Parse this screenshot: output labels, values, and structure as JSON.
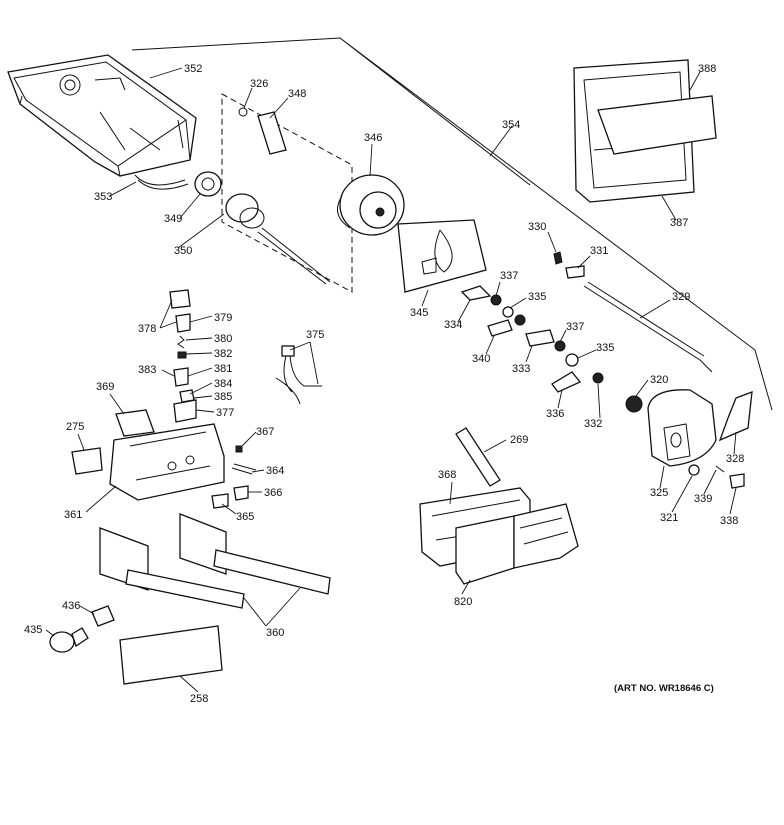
{
  "art_number": "(ART NO. WR18646 C)",
  "callouts": [
    {
      "id": "c352",
      "text": "352"
    },
    {
      "id": "c326",
      "text": "326"
    },
    {
      "id": "c348",
      "text": "348"
    },
    {
      "id": "c346",
      "text": "346"
    },
    {
      "id": "c354",
      "text": "354"
    },
    {
      "id": "c388",
      "text": "388"
    },
    {
      "id": "c387",
      "text": "387"
    },
    {
      "id": "c353",
      "text": "353"
    },
    {
      "id": "c349",
      "text": "349"
    },
    {
      "id": "c350",
      "text": "350"
    },
    {
      "id": "c345",
      "text": "345"
    },
    {
      "id": "c330",
      "text": "330"
    },
    {
      "id": "c331",
      "text": "331"
    },
    {
      "id": "c329",
      "text": "329"
    },
    {
      "id": "c337a",
      "text": "337"
    },
    {
      "id": "c335a",
      "text": "335"
    },
    {
      "id": "c334",
      "text": "334"
    },
    {
      "id": "c340",
      "text": "340"
    },
    {
      "id": "c337b",
      "text": "337"
    },
    {
      "id": "c333",
      "text": "333"
    },
    {
      "id": "c335b",
      "text": "335"
    },
    {
      "id": "c320",
      "text": "320"
    },
    {
      "id": "c336",
      "text": "336"
    },
    {
      "id": "c332",
      "text": "332"
    },
    {
      "id": "c328",
      "text": "328"
    },
    {
      "id": "c325",
      "text": "325"
    },
    {
      "id": "c339",
      "text": "339"
    },
    {
      "id": "c321",
      "text": "321"
    },
    {
      "id": "c338",
      "text": "338"
    },
    {
      "id": "c379",
      "text": "379"
    },
    {
      "id": "c378",
      "text": "378"
    },
    {
      "id": "c380",
      "text": "380"
    },
    {
      "id": "c382",
      "text": "382"
    },
    {
      "id": "c381",
      "text": "381"
    },
    {
      "id": "c383",
      "text": "383"
    },
    {
      "id": "c384",
      "text": "384"
    },
    {
      "id": "c385",
      "text": "385"
    },
    {
      "id": "c377",
      "text": "377"
    },
    {
      "id": "c375",
      "text": "375"
    },
    {
      "id": "c369",
      "text": "369"
    },
    {
      "id": "c275",
      "text": "275"
    },
    {
      "id": "c367",
      "text": "367"
    },
    {
      "id": "c364",
      "text": "364"
    },
    {
      "id": "c366",
      "text": "366"
    },
    {
      "id": "c365",
      "text": "365"
    },
    {
      "id": "c361",
      "text": "361"
    },
    {
      "id": "c269",
      "text": "269"
    },
    {
      "id": "c368",
      "text": "368"
    },
    {
      "id": "c820",
      "text": "820"
    },
    {
      "id": "c360",
      "text": "360"
    },
    {
      "id": "c436",
      "text": "436"
    },
    {
      "id": "c435",
      "text": "435"
    },
    {
      "id": "c258",
      "text": "258"
    }
  ]
}
